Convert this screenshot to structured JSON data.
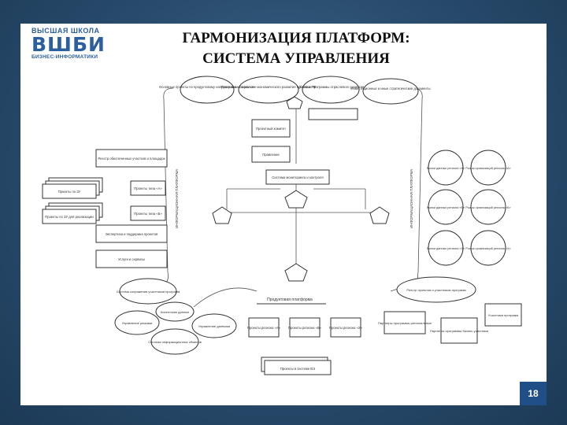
{
  "logo": {
    "line1": "ВЫСШАЯ ШКОЛА",
    "line2": "ВШБИ",
    "line3": "БИЗНЕС-ИНФОРМАТИКИ"
  },
  "title": {
    "line1": "ГАРМОНИЗАЦИЯ ПЛАТФОРМ:",
    "line2": "СИСТЕМА УПРАВЛЕНИЯ"
  },
  "page_number": "18",
  "diagram": {
    "top_ellipses": [
      "Основные проекты по продуктовому направлению «Совхоз Х»",
      "Программа социально-экономического развития субъекта РФ",
      "Целевые программы отраслевого развития",
      "Инвестиционные и иные стратегические документы"
    ],
    "center_boxes": [
      "Проектный комитет",
      "Правление",
      "Система мониторинга и контроля",
      "Продуктовая платформа",
      "Проекты в системе ВЭ"
    ],
    "left_boxes": [
      "Реестр обеспеченных участков и площадок",
      "Проекты по ЗУ",
      "Проекты типа «А»",
      "Проекты по ЗУ для реализации",
      "Проекты типа «Б»",
      "Экспертиза и поддержка проектов",
      "Услуги и сервисы"
    ],
    "right_circles": [
      "Рынки данных региона «А»",
      "Рынки данных региона «Б»",
      "Рынки данных региона «Х»",
      "Рынок организаций региона «А»",
      "Рынок организаций региона «Б»",
      "Рынок организаций региона «Х»"
    ],
    "platform_boxes": [
      "Проекты региона «А»",
      "Проекты региона «Б»",
      "Проекты региона «Х»"
    ],
    "bottom_right": [
      "Реестр проектов и участников программ",
      "Партнеры программы региональные",
      "Партнеры программы бизнес-участники",
      "Участники программ"
    ],
    "clouds": [
      "Система сопряжения участников программ",
      "Клиентские данные",
      "Управление рисками",
      "Управление данными",
      "Система информационных обменов"
    ],
    "side_labels": [
      "ИНФОРМАЦИОННАЯ ПЛАТФОРМА",
      "ИНФОРМАЦИОННАЯ ПЛАТФОРМА"
    ]
  }
}
